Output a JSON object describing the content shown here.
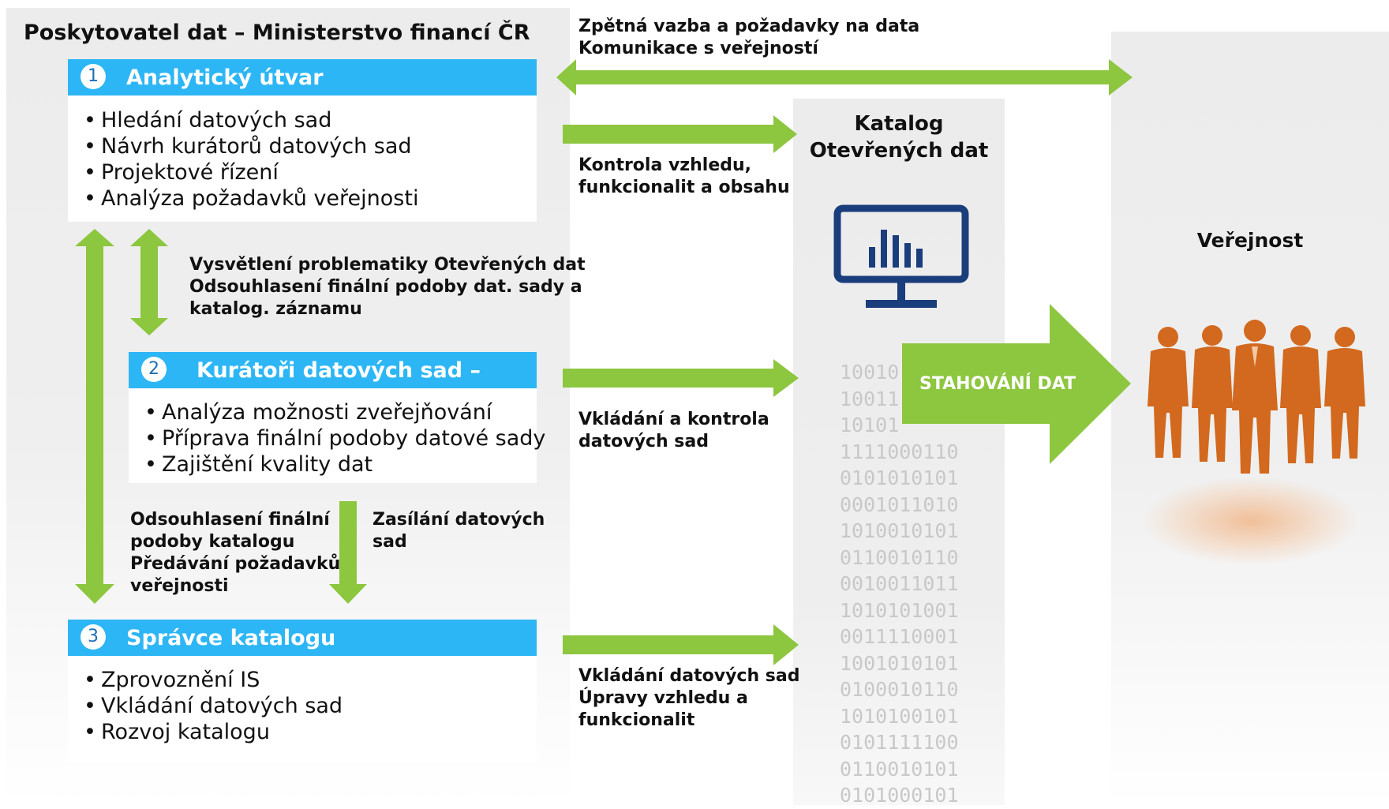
{
  "provider": {
    "title": "Poskytovatel dat – Ministerstvo financí ČR"
  },
  "sections": [
    {
      "num": "1",
      "title": "Analytický útvar",
      "items": [
        "Hledání datových sad",
        "Návrh kurátorů datových sad",
        "Projektové řízení",
        "Analýza požadavků veřejnosti"
      ]
    },
    {
      "num": "2",
      "title": "Kurátoři datových sad – různé",
      "items": [
        "Analýza možnosti zveřejňování",
        "Příprava finální podoby datové sady",
        "Zajištění kvality dat"
      ]
    },
    {
      "num": "3",
      "title": "Správce katalogu",
      "items": [
        "Zprovoznění IS",
        "Vkládání datových sad",
        "Rozvoj katalogu"
      ]
    }
  ],
  "labels": {
    "feedback": [
      "Zpětná vazba a požadavky na data",
      "Komunikace s veřejností"
    ],
    "control": [
      "Kontrola vzhledu,",
      "funkcionalit a obsahu"
    ],
    "explanation": [
      "Vysvětlení problematiky Otevřených dat",
      "Odsouhlasení finální podoby dat.  sady a",
      "katalog. záznamu"
    ],
    "insert_control": [
      "Vkládání a kontrola",
      "datových sad"
    ],
    "approval": [
      "Odsouhlasení finální",
      "podoby katalogu",
      "Předávání požadavků",
      "veřejnosti"
    ],
    "sending": [
      "Zasílání datových",
      "sad"
    ],
    "insert": [
      "Vkládání datových sad",
      "Úpravy vzhledu a",
      "funkcionalit"
    ]
  },
  "catalog": {
    "title_line1": "Katalog",
    "title_line2": "Otevřených dat",
    "binary": [
      "10010",
      "10011",
      "10101",
      "1111000110",
      "0101010101",
      "0001011010",
      "1010010101",
      "0110010110",
      "0010011011",
      "1010101001",
      "0011110001",
      "1001010101",
      "0100010110",
      "1010100101",
      "0101111100",
      "0110010101",
      "0101000101"
    ]
  },
  "download": {
    "label": "STAHOVÁNÍ DAT"
  },
  "public": {
    "title": "Veřejnost"
  },
  "colors": {
    "arrow_green": "#8dc63f",
    "section_blue": "#2db6f5",
    "monitor_navy": "#1a3d7c",
    "people_orange": "#d2691e"
  }
}
